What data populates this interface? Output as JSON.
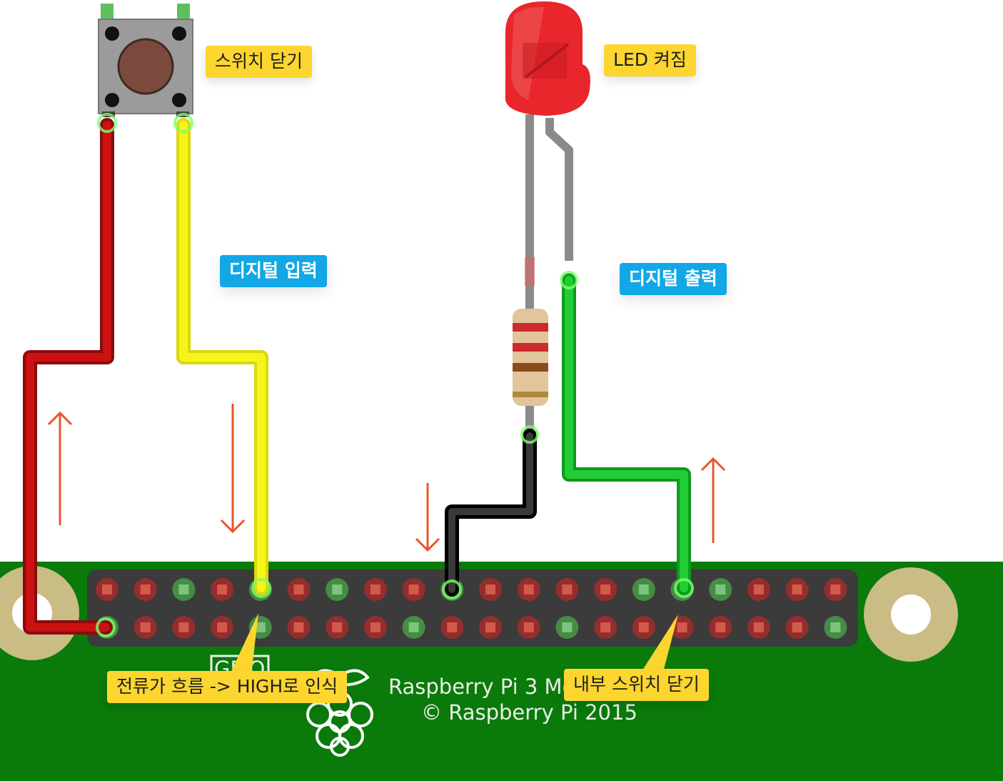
{
  "labels": {
    "switch_close": "스위치 닫기",
    "led_on": "LED 켜짐",
    "digital_input": "디지털 입력",
    "digital_output": "디지털 출력",
    "current_flow": "전류가 흐름 -> HIGH로 인식",
    "internal_switch_close": "내부 스위치 닫기"
  },
  "board": {
    "model_text": "Raspberry Pi 3 Mo",
    "copyright": "© Raspberry Pi 2015",
    "gpio_label": "GPIO"
  },
  "colors": {
    "board_green": "#0a7a0a",
    "header_dark": "#3b3b3b",
    "wire_red": "#cc1111",
    "wire_yellow": "#f2ef14",
    "wire_green": "#1dbf2e",
    "wire_black": "#1a1a1a",
    "arrow": "#e8552d",
    "led_red": "#e8262b",
    "label_yellow": "#fcd62f",
    "label_blue": "#12a7e6"
  },
  "header": {
    "row_top_pins": [
      "red",
      "red",
      "green",
      "red",
      "green",
      "red",
      "green",
      "red",
      "red",
      "green",
      "red",
      "red",
      "red",
      "red",
      "green",
      "green",
      "green",
      "red",
      "red",
      "red"
    ],
    "row_bottom_pins": [
      "green",
      "red",
      "red",
      "red",
      "green",
      "red",
      "red",
      "red",
      "green",
      "red",
      "red",
      "red",
      "green",
      "red",
      "red",
      "red",
      "red",
      "red",
      "red",
      "green"
    ]
  },
  "icons": [
    "push-button-icon",
    "led-icon",
    "resistor-icon",
    "raspberry-logo-icon",
    "mounting-hole-icon",
    "flow-arrow-icon"
  ]
}
